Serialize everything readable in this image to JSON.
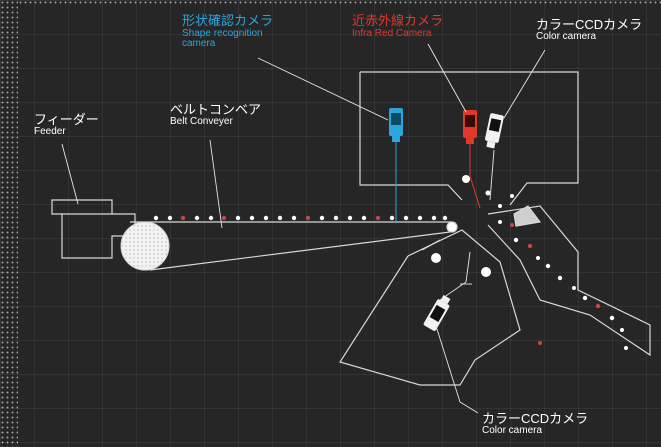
{
  "labels": {
    "feeder": {
      "jp": "フィーダー",
      "en": "Feeder"
    },
    "belt": {
      "jp": "ベルトコンベア",
      "en": "Belt Conveyer"
    },
    "shape_camera": {
      "jp": "形状確認カメラ",
      "en_line1": "Shape recognition",
      "en_line2": "camera"
    },
    "ir_camera": {
      "jp": "近赤外線カメラ",
      "en": "Infra Red Camera"
    },
    "ccd_top": {
      "jp": "カラーCCDカメラ",
      "en": "Color  camera"
    },
    "ccd_bottom": {
      "jp": "カラーCCDカメラ",
      "en": "Color  camera"
    }
  },
  "colors": {
    "background": "#262626",
    "line": "#d8d8d8",
    "blue": "#2aa6dd",
    "red": "#e0392b",
    "white": "#ffffff"
  },
  "icons": {
    "shape_camera": "camera-icon",
    "ir_camera": "camera-icon",
    "ccd_camera": "camera-icon"
  }
}
